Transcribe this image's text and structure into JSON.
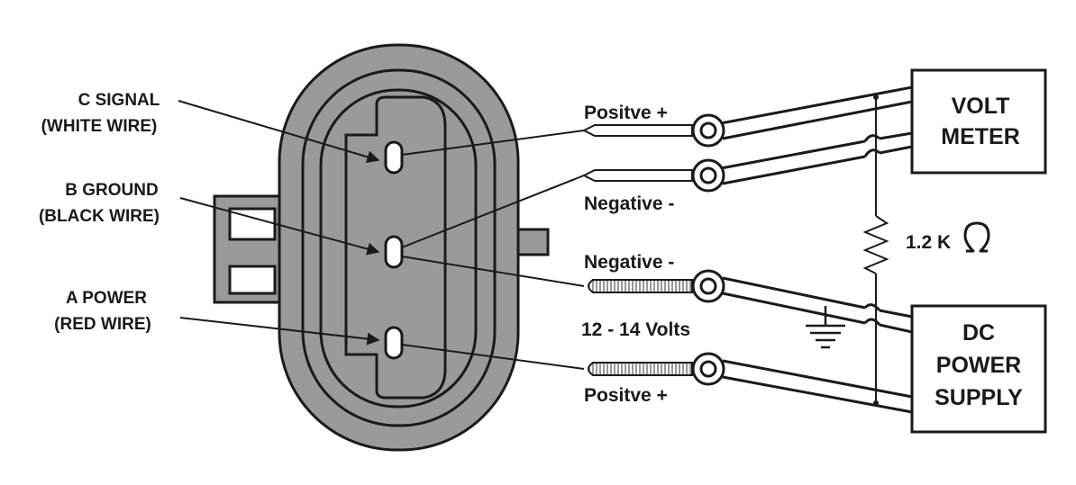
{
  "pins": {
    "c": {
      "line1": "C SIGNAL",
      "line2": "(WHITE WIRE)"
    },
    "b": {
      "line1": "B GROUND",
      "line2": "(BLACK WIRE)"
    },
    "a": {
      "line1": "A  POWER",
      "line2": "(RED WIRE)"
    }
  },
  "probes": {
    "top_positive": "Positve +",
    "top_negative": "Negative -",
    "bottom_negative": "Negative -",
    "voltage": "12 - 14 Volts",
    "bottom_positive": "Positve +"
  },
  "volt_meter": {
    "line1": "VOLT",
    "line2": "METER"
  },
  "power_supply": {
    "line1": "DC",
    "line2": "POWER",
    "line3": "SUPPLY"
  },
  "resistor": {
    "value": "1.2 K",
    "symbol": "ohm-symbol"
  },
  "colors": {
    "connector_fill": "#9a9a9a",
    "ink": "#1a1a1a",
    "background": "#ffffff"
  }
}
